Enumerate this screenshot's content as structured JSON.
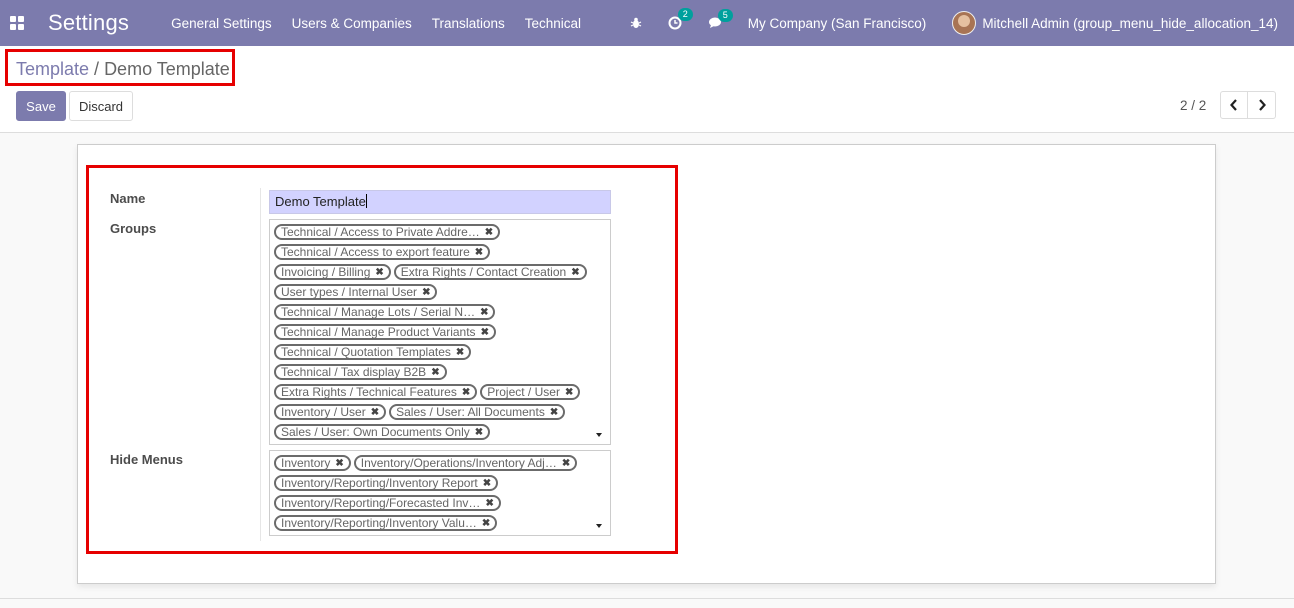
{
  "navbar": {
    "app_title": "Settings",
    "menu": [
      "General Settings",
      "Users & Companies",
      "Translations",
      "Technical"
    ],
    "bug_icon": "bug-icon",
    "activity_icon": "clock-icon",
    "activity_count": "2",
    "messages_icon": "chat-icon",
    "messages_count": "5",
    "company": "My Company (San Francisco)",
    "user": "Mitchell Admin (group_menu_hide_allocation_14)",
    "color": "#7c7bad"
  },
  "breadcrumb": {
    "parent": "Template",
    "separator": "/",
    "current": "Demo Template"
  },
  "buttons": {
    "save": "Save",
    "discard": "Discard"
  },
  "pager": {
    "value": "2 / 2",
    "prev_icon": "chevron-left-icon",
    "next_icon": "chevron-right-icon"
  },
  "form": {
    "name_label": "Name",
    "name_value": "Demo Template",
    "groups_label": "Groups",
    "groups": [
      "Technical / Access to Private Addre…",
      "Technical / Access to export feature",
      "Invoicing / Billing",
      "Extra Rights / Contact Creation",
      "User types / Internal User",
      "Technical / Manage Lots / Serial N…",
      "Technical / Manage Product Variants",
      "Technical / Quotation Templates",
      "Technical / Tax display B2B",
      "Extra Rights / Technical Features",
      "Project / User",
      "Inventory / User",
      "Sales / User: All Documents",
      "Sales / User: Own Documents Only"
    ],
    "hide_menus_label": "Hide Menus",
    "hide_menus": [
      "Inventory",
      "Inventory/Operations/Inventory Adj…",
      "Inventory/Reporting/Inventory Report",
      "Inventory/Reporting/Forecasted Inv…",
      "Inventory/Reporting/Inventory Valu…"
    ],
    "highlight_color": "#e60000",
    "input_bg": "#d2d2ff"
  }
}
